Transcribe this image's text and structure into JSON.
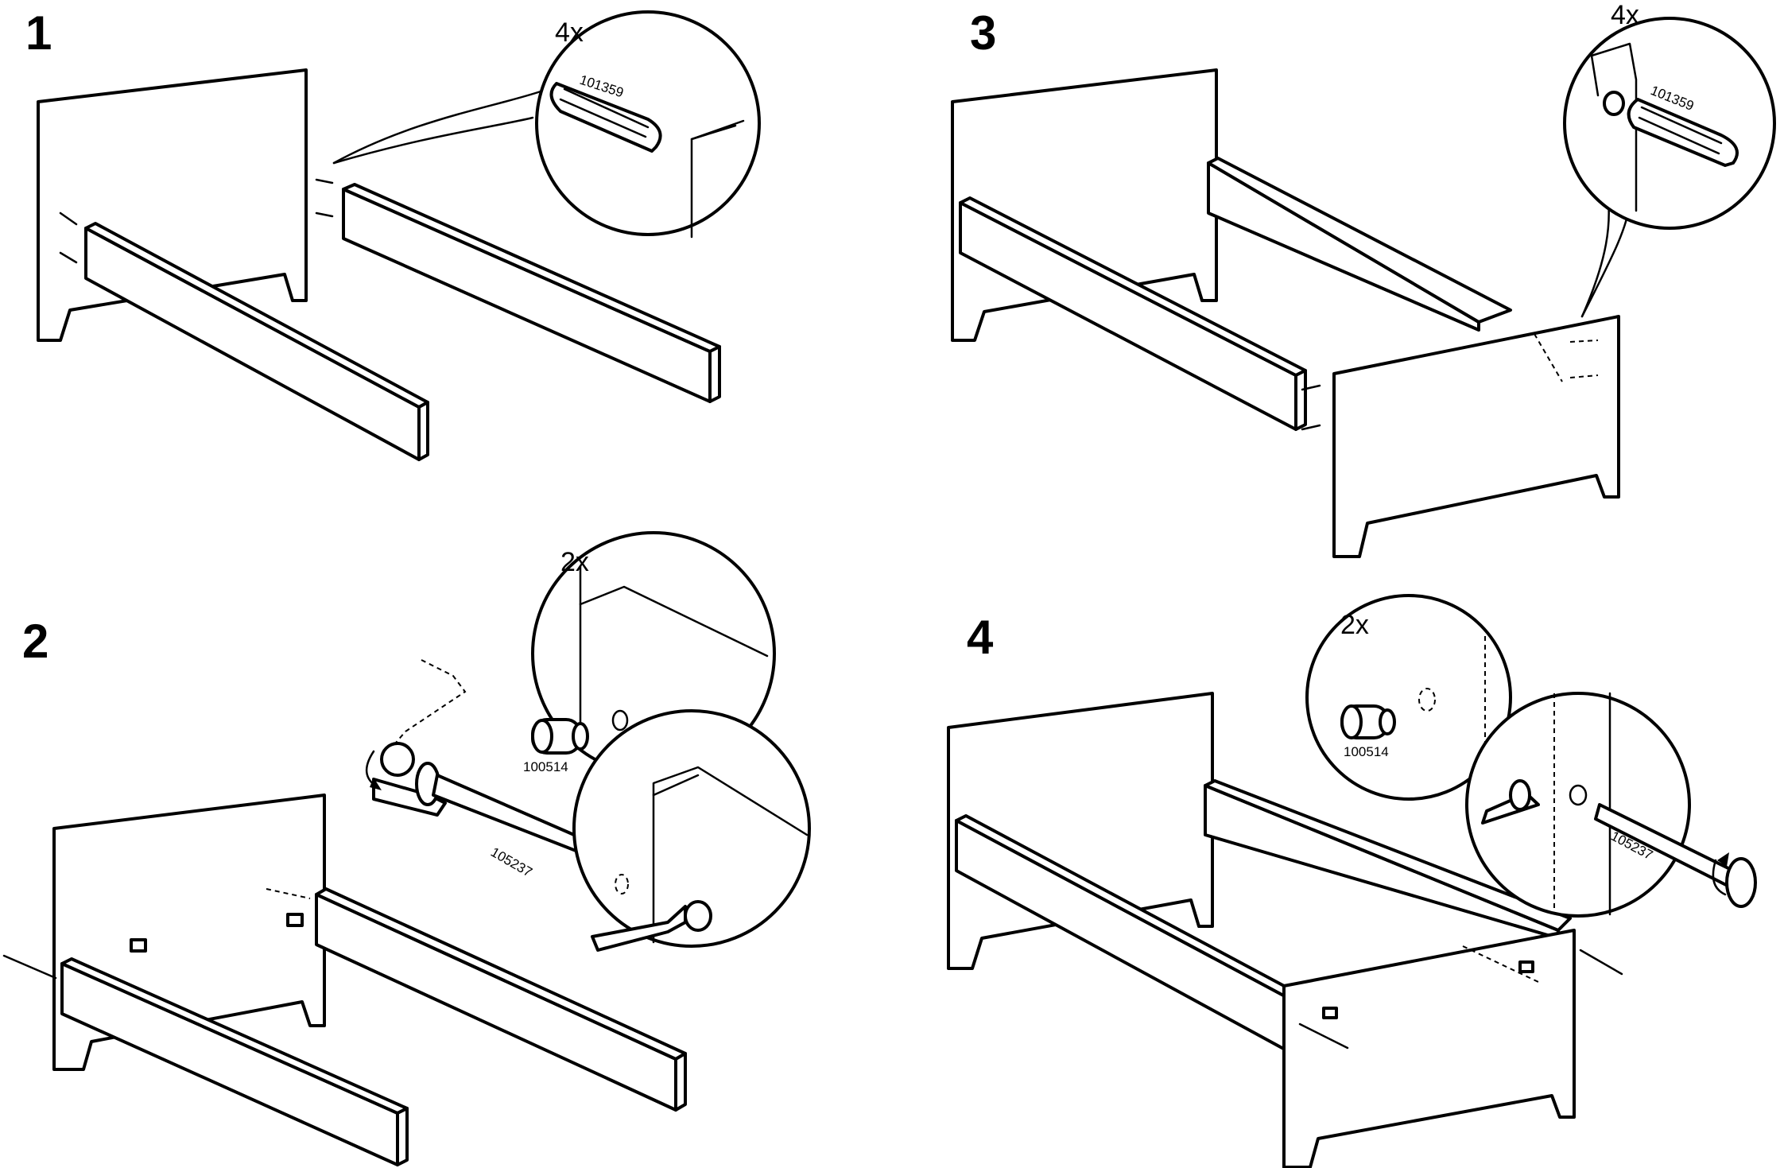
{
  "steps": [
    {
      "number": "1",
      "detail_qty": "4x",
      "part_label": "101359"
    },
    {
      "number": "2",
      "detail_qty": "2x",
      "part_label_a": "100514",
      "part_label_b": "105237"
    },
    {
      "number": "3",
      "detail_qty": "4x",
      "part_label": "101359"
    },
    {
      "number": "4",
      "detail_qty": "2x",
      "part_label_a": "100514",
      "part_label_b": "105237"
    }
  ],
  "icons": [
    "dowel-icon",
    "cam-nut-icon",
    "bolt-icon",
    "allen-key-icon",
    "screwdriver-icon",
    "rotate-arrow-icon"
  ]
}
